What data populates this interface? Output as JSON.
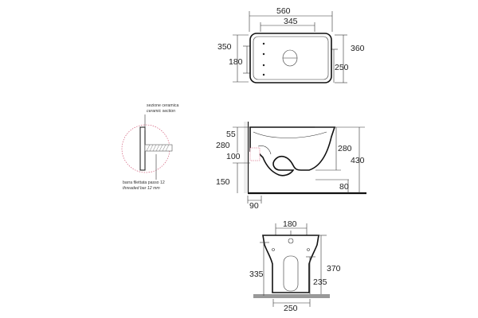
{
  "top_view": {
    "overall_width": "560",
    "seat_width": "345",
    "left_depth": "350",
    "left_inner": "180",
    "right_depth": "360",
    "right_inner": "250"
  },
  "side_view": {
    "top_offset": "55",
    "upper_height": "280",
    "pipe_offset": "100",
    "floor_clearance": "150",
    "wall_gap": "90",
    "right_upper": "280",
    "right_total": "430",
    "right_bottom": "80"
  },
  "detail": {
    "section_it": "sezione ceramica",
    "section_en": "ceramic section",
    "bar_it": "barra filettata passo 12",
    "bar_en": "threaded bar 12 mm"
  },
  "front_view": {
    "top_width": "180",
    "bottom_width": "250",
    "left_height": "335",
    "right_height": "370",
    "right_inner": "235"
  }
}
